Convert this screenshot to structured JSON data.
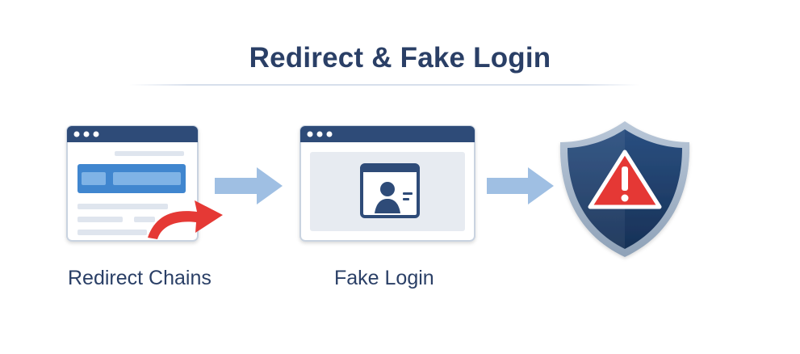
{
  "title": "Redirect & Fake Login",
  "steps": [
    {
      "label": "Redirect Chains",
      "icon": "browser-redirect-icon"
    },
    {
      "label": "Fake Login",
      "icon": "browser-login-icon"
    },
    {
      "label": "",
      "icon": "shield-warning-icon"
    }
  ],
  "colors": {
    "title": "#2a3f66",
    "window_bar": "#2d4b78",
    "arrow": "#9fbfe3",
    "redirect_arrow": "#e53935",
    "shield": "#1f3d66",
    "warning": "#e53935"
  }
}
